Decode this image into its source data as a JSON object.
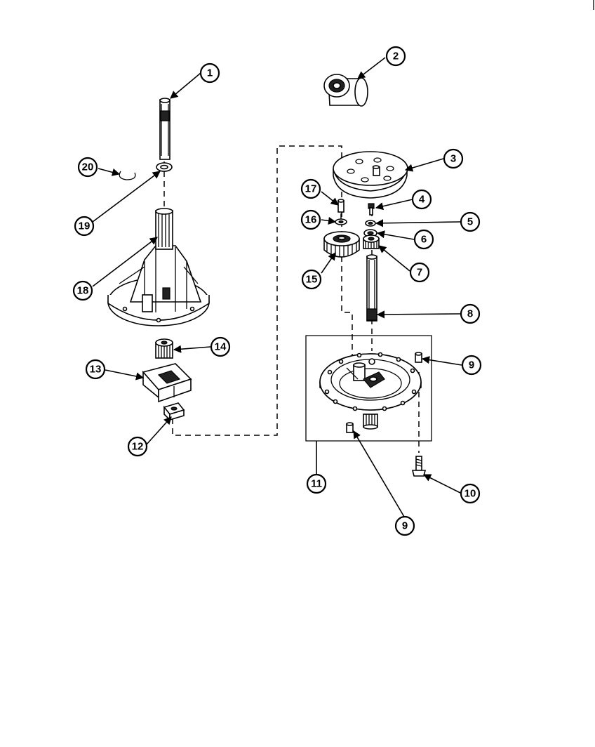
{
  "callouts": {
    "c1": "1",
    "c2": "2",
    "c3": "3",
    "c4": "4",
    "c5": "5",
    "c6": "6",
    "c7": "7",
    "c8": "8",
    "c9a": "9",
    "c9b": "9",
    "c10": "10",
    "c11": "11",
    "c12": "12",
    "c13": "13",
    "c14": "14",
    "c15": "15",
    "c16": "16",
    "c17": "17",
    "c18": "18",
    "c19": "19",
    "c20": "20"
  },
  "colors": {
    "ink": "#000000",
    "paper": "#ffffff",
    "shade": "#bdbdbd"
  }
}
